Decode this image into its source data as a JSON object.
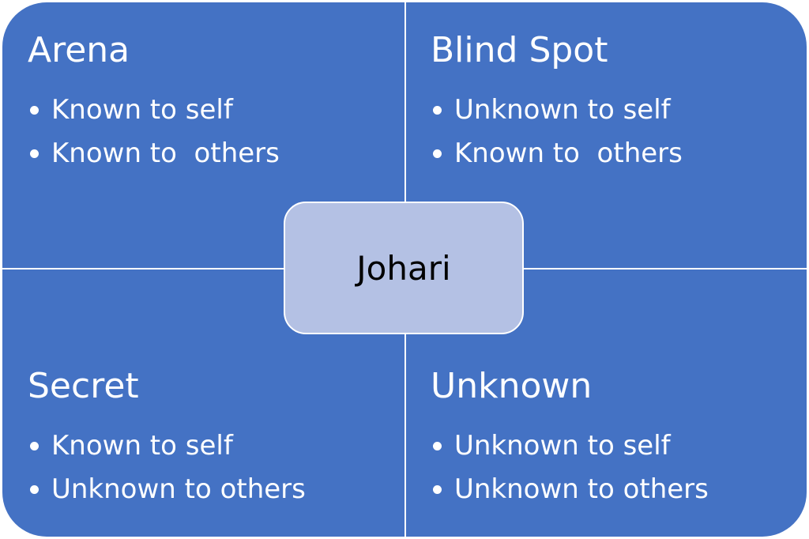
{
  "colors": {
    "quadrant_fill": "#4472c4",
    "center_fill": "#b4c1e4",
    "divider": "#ffffff",
    "text_light": "#ffffff",
    "text_dark": "#000000"
  },
  "center": {
    "label": "Johari"
  },
  "quadrants": [
    {
      "title": "Arena",
      "bullets": [
        "Known to self",
        "Known to  others"
      ]
    },
    {
      "title": "Blind Spot",
      "bullets": [
        "Unknown to self",
        "Known to  others"
      ]
    },
    {
      "title": "Secret",
      "bullets": [
        "Known to self",
        "Unknown to others"
      ]
    },
    {
      "title": "Unknown",
      "bullets": [
        "Unknown to self",
        "Unknown to others"
      ]
    }
  ]
}
